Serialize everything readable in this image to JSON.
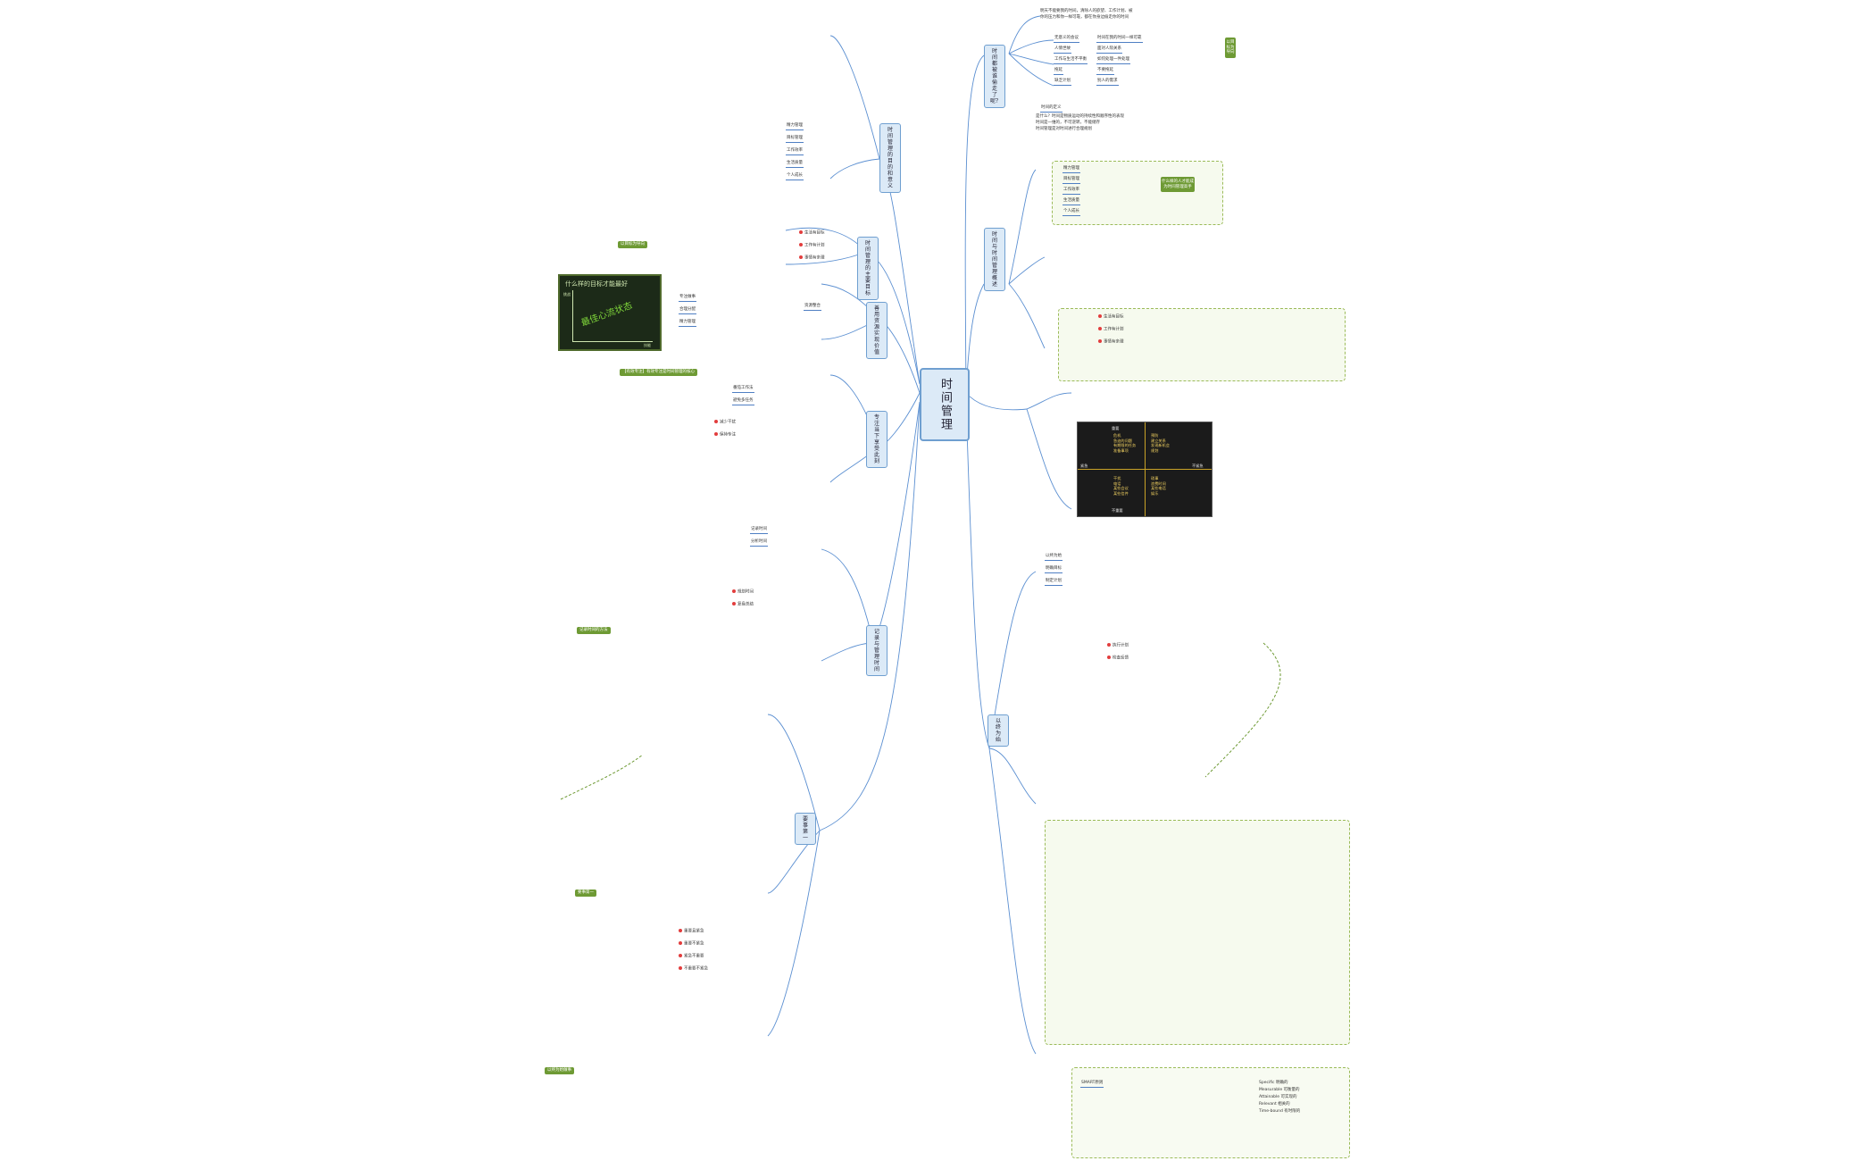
{
  "center": "时间管理",
  "main_branches": [
    "时间都被谁偷走了呢？",
    "时间与时间管理概述",
    "时间管理的目的和意义",
    "时间管理的主要目标",
    "善用资源实现价值",
    "专注当下享受此刻",
    "记录与管理时间",
    "要事第一",
    "以终为始"
  ],
  "texts": {
    "thieves_1": "明天不能要我的时间，清除人的欲望、工作计划、被",
    "thieves_2": "你的压力和你一样可靠，都在你身边偷走你的时间",
    "thieves_list": [
      "无意义的会议",
      "人情世故",
      "工作与生活不平衡",
      "拖延",
      "缺乏计划"
    ],
    "thieves_right": [
      "时间在我的时间一样可靠",
      "面对人际关系",
      "如何处理一件处理",
      "不要拖延",
      "别人的需求"
    ],
    "overview_title": "时间的定义",
    "overview_p1": "是什么？时间是物质运动的持续性和顺序性的表现",
    "overview_p2": "时间是一维的，不可逆转，不能储存",
    "overview_p3": "时间管理是对时间进行合理规划",
    "overview_g": "什么样的人才能成为时间管理高手",
    "purpose_list": [
      "精力管理",
      "目标管理",
      "工作效率",
      "生活质量",
      "个人成长"
    ],
    "goal_green": "以目标为导向",
    "goal_items": [
      "生活有目标",
      "工作有计划",
      "事情有条理"
    ],
    "chart_title": "什么样的目标才能最好",
    "chart_text": "最佳心流状态",
    "chart_axis_y": "挑战",
    "chart_axis_x": "技能",
    "resource_items": [
      "专注做事",
      "合理分配",
      "精力管理",
      "资源整合"
    ],
    "focus_items": [
      "番茄工作法",
      "避免多任务",
      "减少干扰",
      "保持专注"
    ],
    "focus_green": "【有效专注】有效专注是时间管理的核心",
    "record_items": [
      "记录时间",
      "分析时间",
      "规划时间",
      "复盘总结"
    ],
    "record_green": "记录时间的方法",
    "priority_green": "要事第一",
    "priority_items": [
      "重要且紧急",
      "重要不紧急",
      "紧急不重要",
      "不重要不紧急"
    ],
    "matrix_q1": "危机\n急迫的问题\n有期限的任务\n准备事项",
    "matrix_q2": "预防\n建立关系\n发现新机会\n规划",
    "matrix_q3": "干扰\n电话\n某些会议\n某些信件",
    "matrix_q4": "琐事\n浪费时间\n某些电话\n娱乐",
    "matrix_left": "紧急",
    "matrix_right": "不紧急",
    "matrix_top": "重要",
    "matrix_bottom": "不重要",
    "end_items": [
      "以终为始",
      "明确目标",
      "制定计划",
      "执行计划",
      "检查反馈"
    ],
    "end_panel_1": "SMART原则",
    "end_panel_2": "Specific 明确的",
    "end_panel_3": "Measurable 可衡量的",
    "end_panel_4": "Attainable 可实现的",
    "end_panel_5": "Relevant 相关的",
    "end_panel_6": "Time-bound 有时限的",
    "bottom_green": "以终为始做事"
  }
}
